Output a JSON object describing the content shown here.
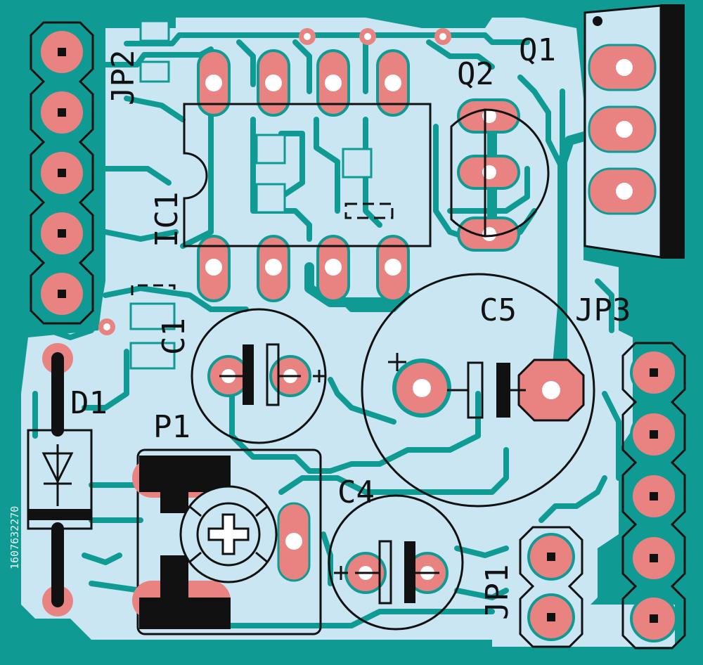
{
  "labels": {
    "jp2": "JP2",
    "q1": "Q1",
    "q2": "Q2",
    "ic1": "IC1",
    "c1": "C1",
    "c5": "C5",
    "jp3": "JP3",
    "d1": "D1",
    "p1": "P1",
    "c4": "C4",
    "jp1": "JP1"
  },
  "watermark": "1607632270",
  "colors": {
    "substrate": "#0f9b94",
    "copper": "#c9e6f2",
    "pad": "#e88381",
    "silkscreen": "#111111"
  }
}
